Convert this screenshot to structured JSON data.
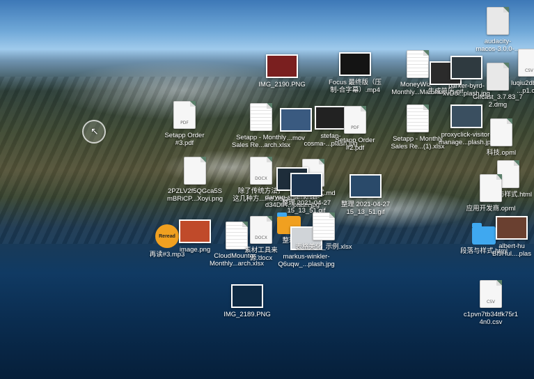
{
  "desktop": {
    "files": [
      {
        "label": "IMG_2190.PNG",
        "kind": "img",
        "color": "#7a1f1f"
      },
      {
        "label": "Focus 最终版（压\n制-合字幕）.mp4",
        "kind": "img",
        "color": "#141414"
      },
      {
        "label": "MoneyWiz -\nMonthly...Mar.xlsx",
        "kind": "sheet"
      },
      {
        "label": "生成简历.gif",
        "kind": "img",
        "color": "#2b2b2b"
      },
      {
        "label": "parker-byrd-\nxvD8...plash.jpg",
        "kind": "img",
        "color": "#2f3a40"
      },
      {
        "label": "audacity-\nmacos-3.0.0-...",
        "kind": "dmg"
      },
      {
        "label": "luqiu2db34tf\n...p1.csv",
        "kind": "doc",
        "tag": "CSV"
      },
      {
        "label": "Gifcast_3.7.83_7\n2.dmg",
        "kind": "dmg"
      },
      {
        "label": "Setapp Order\n#3.pdf",
        "kind": "doc",
        "tag": "PDF"
      },
      {
        "label": "Setapp - Monthly\nSales Re...arch.xlsx",
        "kind": "sheet"
      },
      {
        "label": "...mov",
        "kind": "img",
        "color": "#3a5a80"
      },
      {
        "label": "stefan-\ncosma-...plash.jpg",
        "kind": "img",
        "color": "#222"
      },
      {
        "label": "Setapp Order\n#2.pdf",
        "kind": "doc",
        "tag": "PDF"
      },
      {
        "label": "Setapp - Monthly\nSales Re...(1).xlsx",
        "kind": "sheet"
      },
      {
        "label": "proxyclick-visitor-\nmanage...plash.jpg",
        "kind": "img",
        "color": "#3a4f60"
      },
      {
        "label": "科技.opml",
        "kind": "doc",
        "tag": ""
      },
      {
        "label": "2PZLV2f5QGca5S\nmBRiCP...Xoyi.png",
        "kind": "doc",
        "tag": ""
      },
      {
        "label": "除了传统方法，\n这几种方...ine.docx",
        "kind": "doc",
        "tag": "DOCX"
      },
      {
        "label": "整理 2021-04-27\n15_13_51.gif",
        "kind": "img",
        "color": "#2a4a6a"
      },
      {
        "label": "段落与样式.md",
        "kind": "doc",
        "tag": "MD"
      },
      {
        "label": "daryan-shamkhali-\nd34DtR...plash.jpg",
        "kind": "img",
        "color": "#1e2d3a"
      },
      {
        "label": "整理 2021-04-27\n15_13_51.gif",
        "kind": "img",
        "color": "#1d3550"
      },
      {
        "label": "段落与样式.html",
        "kind": "doc",
        "tag": ""
      },
      {
        "label": "应用开发商.opml",
        "kind": "doc",
        "tag": ""
      },
      {
        "label": "再读#3.mp3",
        "kind": "badge",
        "tag": "Reread"
      },
      {
        "label": "image.png",
        "kind": "img",
        "color": "#c04a2a"
      },
      {
        "label": "CloudMounter -\nMonthly...arch.xlsx",
        "kind": "sheet"
      },
      {
        "label": "素材工具来\n源.docx",
        "kind": "doc",
        "tag": "DOCX"
      },
      {
        "label": "整理",
        "kind": "folder-o"
      },
      {
        "label": "markus-winkler-\nQ6uqw_...plash.jpg",
        "kind": "img",
        "color": "#d0d4d8"
      },
      {
        "label": "表格美化_示例.xlsx",
        "kind": "sheet"
      },
      {
        "label": "段落与样式.html",
        "kind": "folder"
      },
      {
        "label": "albert-hu\nBl9Hul....plas",
        "kind": "img",
        "color": "#6a4030"
      },
      {
        "label": "IMG_2189.PNG",
        "kind": "img",
        "color": "#0e2a44"
      },
      {
        "label": "c1pvn7tb34tfk75r1\n4n0.csv",
        "kind": "doc",
        "tag": "CSV"
      }
    ]
  }
}
